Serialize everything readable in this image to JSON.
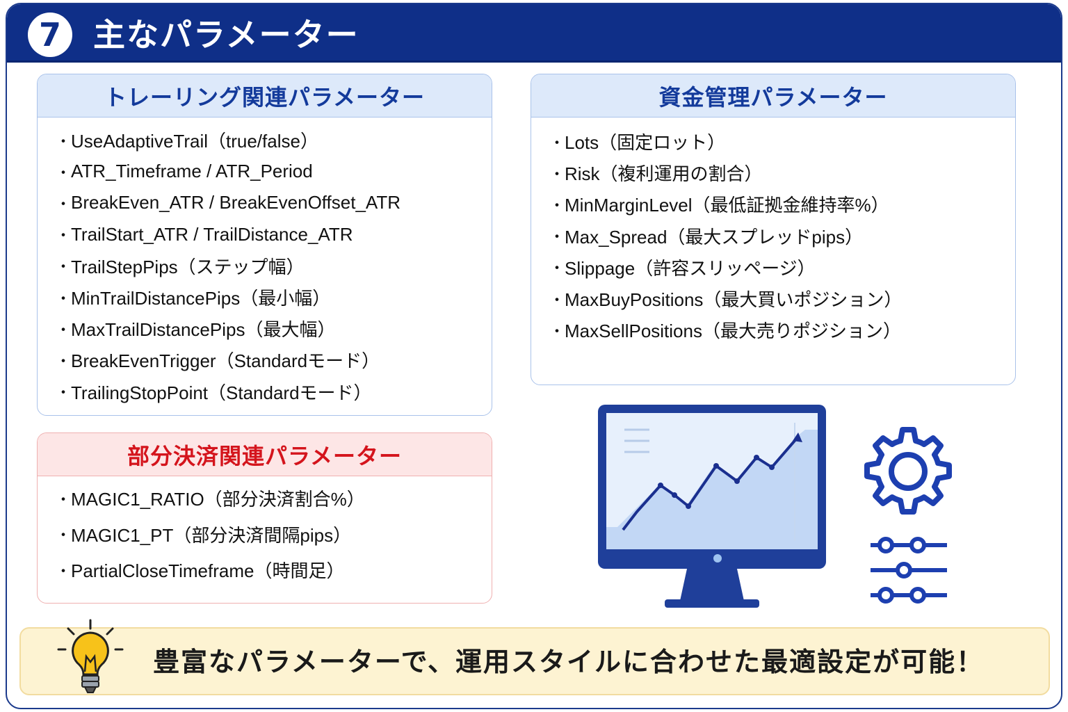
{
  "header": {
    "badge": "7",
    "title": "主なパラメーター"
  },
  "trailing": {
    "title": "トレーリング関連パラメーター",
    "items": [
      "UseAdaptiveTrail（true/false）",
      "ATR_Timeframe / ATR_Period",
      "BreakEven_ATR / BreakEvenOffset_ATR",
      "TrailStart_ATR / TrailDistance_ATR",
      "TrailStepPips（ステップ幅）",
      "MinTrailDistancePips（最小幅）",
      "MaxTrailDistancePips（最大幅）",
      "BreakEvenTrigger（Standardモード）",
      "TrailingStopPoint（Standardモード）"
    ]
  },
  "money": {
    "title": "資金管理パラメーター",
    "items": [
      "Lots（固定ロット）",
      "Risk（複利運用の割合）",
      "MinMarginLevel（最低証拠金維持率%）",
      "Max_Spread（最大スプレッドpips）",
      "Slippage（許容スリッページ）",
      "MaxBuyPositions（最大買いポジション）",
      "MaxSellPositions（最大売りポジション）"
    ]
  },
  "partial": {
    "title": "部分決済関連パラメーター",
    "items": [
      "MAGIC1_RATIO（部分決済割合%）",
      "MAGIC1_PT（部分決済間隔pips）",
      "PartialCloseTimeframe（時間足）"
    ]
  },
  "tip": {
    "text": "豊富なパラメーターで、運用スタイルに合わせた最適設定が可能！"
  },
  "icons": {
    "monitor": "monitor-chart-icon",
    "gear": "gear-icon",
    "sliders": "sliders-icon",
    "bulb": "lightbulb-icon"
  },
  "colors": {
    "header": "#0f2f88",
    "blue_title": "#133a9b",
    "red_title": "#d4141c",
    "tip_bg": "#fdf3d2"
  }
}
